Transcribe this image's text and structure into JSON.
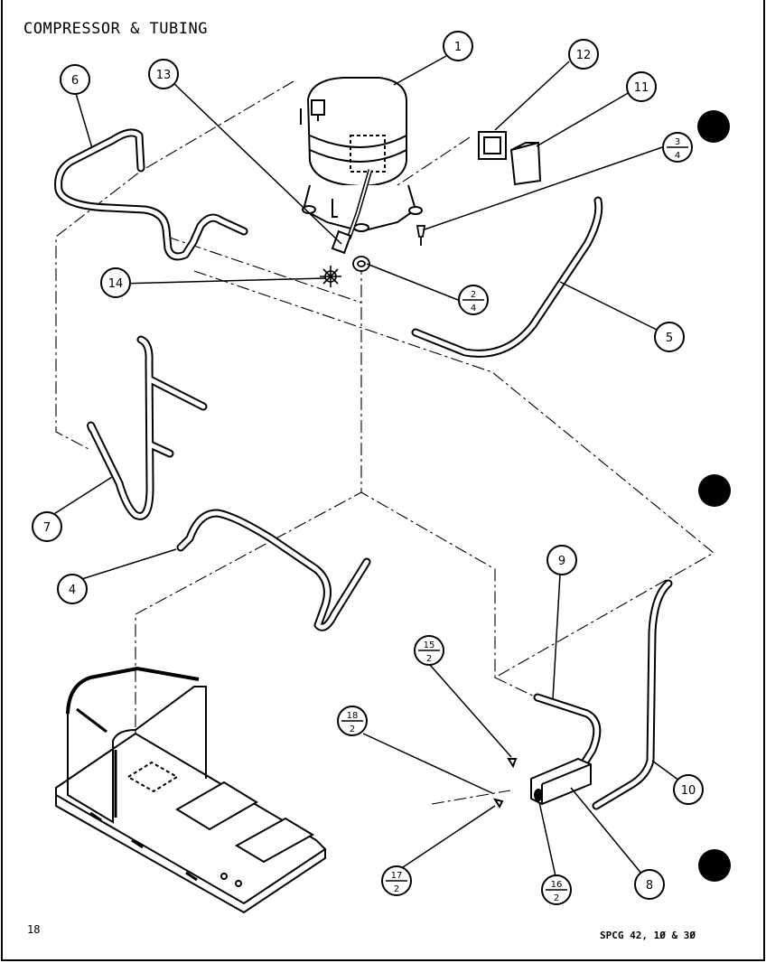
{
  "title": "COMPRESSOR & TUBING",
  "page_number": "18",
  "model_code": "SPCG 42, 1Ø & 3Ø",
  "callouts": [
    {
      "id": "c1",
      "label": "1"
    },
    {
      "id": "c12",
      "label": "12"
    },
    {
      "id": "c11",
      "label": "11"
    },
    {
      "id": "c6",
      "label": "6"
    },
    {
      "id": "c13",
      "label": "13"
    },
    {
      "id": "c14",
      "label": "14"
    },
    {
      "id": "c5",
      "label": "5"
    },
    {
      "id": "c7",
      "label": "7"
    },
    {
      "id": "c4",
      "label": "4"
    },
    {
      "id": "c9",
      "label": "9"
    },
    {
      "id": "c10",
      "label": "10"
    },
    {
      "id": "c8",
      "label": "8"
    }
  ],
  "fraction_callouts": [
    {
      "id": "f34",
      "num": "3",
      "den": "4"
    },
    {
      "id": "f24",
      "num": "2",
      "den": "4"
    },
    {
      "id": "f152",
      "num": "15",
      "den": "2"
    },
    {
      "id": "f182",
      "num": "18",
      "den": "2"
    },
    {
      "id": "f172",
      "num": "17",
      "den": "2"
    },
    {
      "id": "f162",
      "num": "16",
      "den": "2"
    }
  ]
}
